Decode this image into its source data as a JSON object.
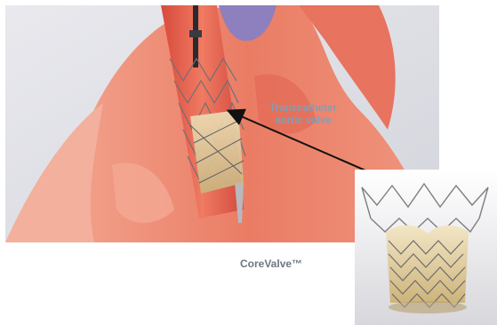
{
  "annotation": {
    "line1": "Transcatheter",
    "line2": "aortic valve"
  },
  "caption": "CoreValve™",
  "colors": {
    "tissue": "#e8705a",
    "tissue_light": "#f2a08c",
    "aorta": "#e05a48",
    "stent": "#8a8a90",
    "leaflet": "#d8c79a",
    "label": "#8a9bb0",
    "background": "#ffffff"
  }
}
